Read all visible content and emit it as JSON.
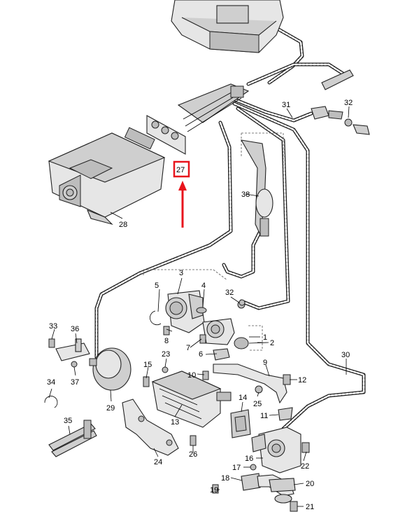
{
  "callouts": {
    "p1": "1",
    "p2": "2",
    "p3": "3",
    "p4": "4",
    "p5": "5",
    "p6": "6",
    "p7": "7",
    "p8": "8",
    "p9": "9",
    "p10": "10",
    "p11": "11",
    "p12": "12",
    "p13": "13",
    "p14": "14",
    "p15": "15",
    "p16": "16",
    "p17": "17",
    "p18": "18",
    "p19": "19",
    "p20": "20",
    "p21": "21",
    "p22": "22",
    "p23": "23",
    "p24": "24",
    "p25": "25",
    "p26": "26",
    "p27": "27",
    "p28": "28",
    "p29": "29",
    "p30": "30",
    "p31": "31",
    "p32a": "32",
    "p32b": "32",
    "p33": "33",
    "p34": "34",
    "p35": "35",
    "p36": "36",
    "p37": "37",
    "p38": "38"
  },
  "highlight": {
    "callout": "27",
    "color": "#e8141c"
  }
}
